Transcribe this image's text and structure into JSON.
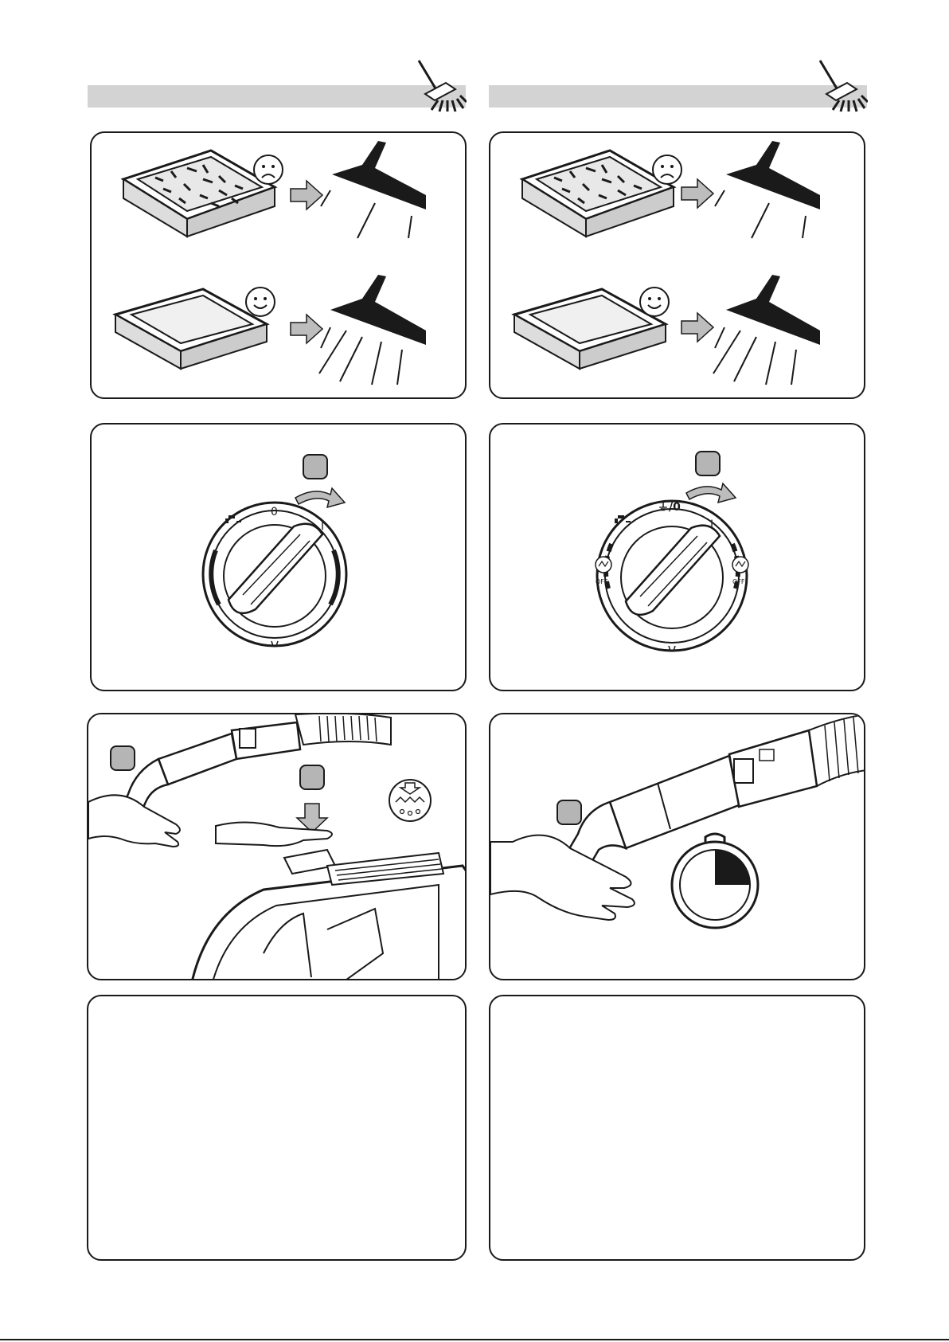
{
  "page": {
    "columns": [
      {
        "id": "left",
        "header_icon": "vacuum-nozzle-icon",
        "panels": [
          {
            "id": "filter-comparison",
            "icons": [
              "dirty-filter-icon",
              "sad-face-icon",
              "gray-arrow-icon",
              "nozzle-weak-suction-icon",
              "clean-filter-icon",
              "happy-face-icon",
              "nozzle-strong-suction-icon"
            ]
          },
          {
            "id": "power-dial",
            "dial_labels": {
              "top": "0",
              "right": "I"
            },
            "icons": [
              "step-marker-icon",
              "rotate-arrow-icon",
              "plug-rewind-icon",
              "dial-knob-icon"
            ]
          },
          {
            "id": "hose-check",
            "icons": [
              "step-marker-icon",
              "hand-icon",
              "hose-icon",
              "down-arrow-icon",
              "button-press-icon",
              "vacuum-body-icon"
            ]
          },
          {
            "id": "blank",
            "icons": []
          }
        ]
      },
      {
        "id": "right",
        "header_icon": "vacuum-nozzle-icon",
        "panels": [
          {
            "id": "filter-comparison",
            "icons": [
              "dirty-filter-icon",
              "sad-face-icon",
              "gray-arrow-icon",
              "nozzle-weak-suction-icon",
              "clean-filter-icon",
              "happy-face-icon",
              "nozzle-strong-suction-icon"
            ]
          },
          {
            "id": "power-dial",
            "dial_labels": {
              "top": "⏚/0",
              "right": "I",
              "left_off": "OFF",
              "right_off": "OFF"
            },
            "icons": [
              "step-marker-icon",
              "rotate-arrow-icon",
              "plug-rewind-icon",
              "dial-knob-icon",
              "steam-off-icon"
            ]
          },
          {
            "id": "hose-timer",
            "icons": [
              "step-marker-icon",
              "hand-icon",
              "hose-icon",
              "stopwatch-icon"
            ]
          },
          {
            "id": "blank",
            "icons": []
          }
        ]
      }
    ]
  },
  "labels": {
    "dial_zero": "0",
    "dial_one": "I",
    "dial_plug_zero": "⏚/0",
    "off_left": "OFF",
    "off_right": "OFF"
  },
  "colors": {
    "ink": "#1a1a1a",
    "header_bar": "#d3d3d3",
    "arrow_fill": "#bdbdbd",
    "marker_fill": "#b5b5b5",
    "dial_red": "#cc2b2b"
  }
}
